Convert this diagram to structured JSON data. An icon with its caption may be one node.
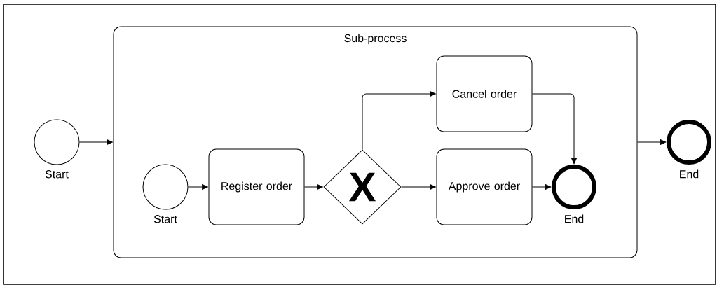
{
  "diagram": {
    "nodes": [
      {
        "text": [],
        "shape": "circle",
        "beside": [
          "Start"
        ]
      },
      {
        "text": [
          "Sub-process"
        ]
      },
      {
        "text": [],
        "shape": "circle",
        "beside": [
          "Start"
        ],
        "in": 1
      },
      {
        "text": [
          "Register order"
        ],
        "in": 1
      },
      {
        "text": [
          "X"
        ],
        "in": 1
      },
      {
        "text": [
          "Cancel order"
        ],
        "in": 1
      },
      {
        "text": [
          "Approve order"
        ],
        "in": 1
      },
      {
        "text": [],
        "shape": "circle",
        "beside": [
          "End"
        ],
        "in": 1
      },
      {
        "text": [],
        "shape": "circle",
        "beside": [
          "End"
        ]
      }
    ],
    "edges": [
      {
        "from": 0,
        "to": 1,
        "arrow": "to"
      },
      {
        "from": 2,
        "to": 3,
        "arrow": "to"
      },
      {
        "from": 3,
        "to": 4,
        "arrow": "to"
      },
      {
        "from": 4,
        "to": 5,
        "arrow": "to"
      },
      {
        "from": 4,
        "to": 6,
        "arrow": "to"
      },
      {
        "from": 5,
        "to": 7,
        "arrow": "to"
      },
      {
        "from": 6,
        "to": 7,
        "arrow": "to"
      },
      {
        "from": 1,
        "to": 8,
        "arrow": "to"
      }
    ]
  }
}
